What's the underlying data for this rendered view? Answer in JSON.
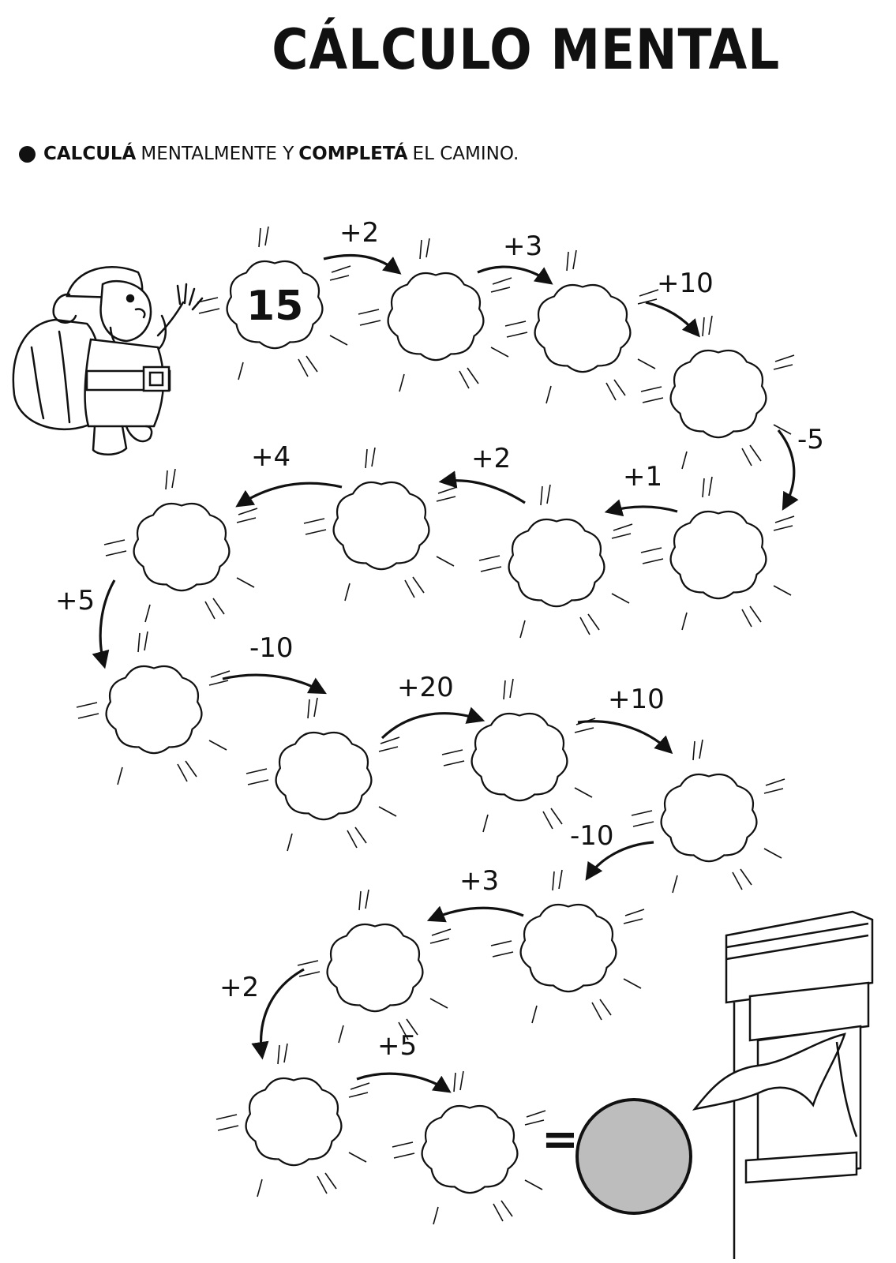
{
  "title": "CÁLCULO MENTAL",
  "instruction": {
    "part1": "CALCULÁ",
    "part2": "MENTALMENTE Y",
    "part3": "COMPLETÁ",
    "part4": "EL CAMINO."
  },
  "start_value": "15",
  "operations": [
    "+2",
    "+3",
    "+10",
    "-5",
    "+1",
    "+2",
    "+4",
    "+5",
    "-10",
    "+20",
    "+10",
    "-10",
    "+3",
    "+2",
    "+5"
  ],
  "equals_sign": "=",
  "icons": [
    "santa-claus-icon",
    "chimney-icon",
    "curtain-window-icon"
  ],
  "colors": {
    "ink": "#111111",
    "answer_circle": "#bdbdbd"
  }
}
